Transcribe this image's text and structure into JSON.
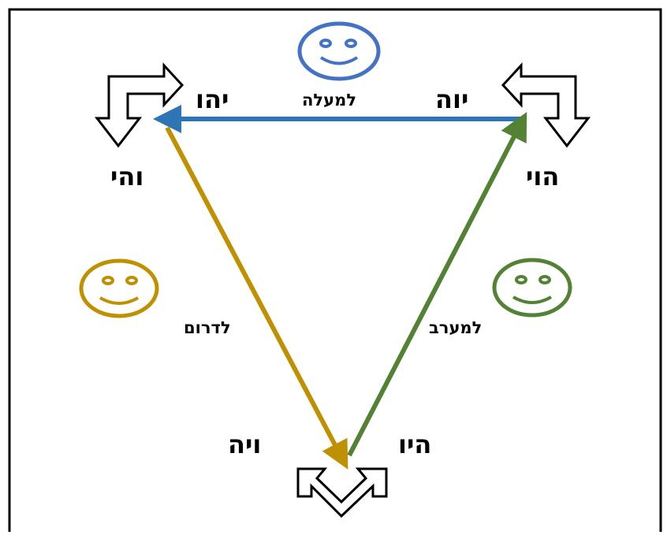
{
  "colors": {
    "frame": "#000000",
    "top_arrow": "#2E75B6",
    "right_arrow": "#548235",
    "left_arrow": "#BF9000"
  },
  "corners": {
    "top_left_upper": "יהו",
    "top_left_lower": "והי",
    "top_right_upper": "יוה",
    "top_right_lower": "הוי",
    "bottom_left": "ויה",
    "bottom_right": "היו"
  },
  "edges": {
    "top": "למעלה",
    "left": "לדרום",
    "right": "למערב"
  },
  "icons": {
    "faces": [
      "smiley-face-blue",
      "smiley-face-gold",
      "smiley-face-green"
    ],
    "arrows": [
      "double-arrow-top-left",
      "double-arrow-top-right",
      "double-arrow-bottom"
    ]
  }
}
